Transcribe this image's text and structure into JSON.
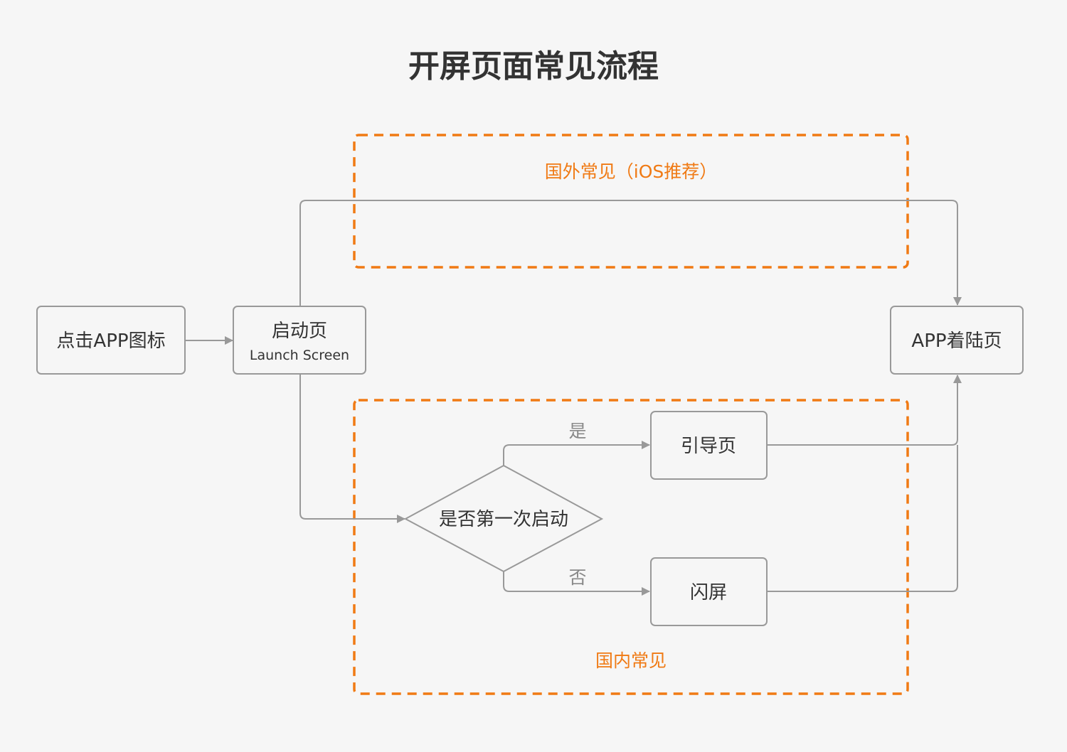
{
  "title": "开屏页面常见流程",
  "groups": {
    "foreign": {
      "label": "国外常见（iOS推荐）"
    },
    "domestic": {
      "label": "国内常见"
    }
  },
  "nodes": {
    "tap_icon": {
      "label": "点击APP图标"
    },
    "launch": {
      "label": "启动页",
      "sublabel": "Launch Screen"
    },
    "landing": {
      "label": "APP着陆页"
    },
    "decision": {
      "label": "是否第一次启动"
    },
    "guide": {
      "label": "引导页"
    },
    "splash": {
      "label": "闪屏"
    }
  },
  "edges": {
    "yes": {
      "label": "是"
    },
    "no": {
      "label": "否"
    }
  },
  "colors": {
    "accent": "#f07a14",
    "line": "#999999",
    "background": "#f6f6f6",
    "text": "#333333"
  }
}
